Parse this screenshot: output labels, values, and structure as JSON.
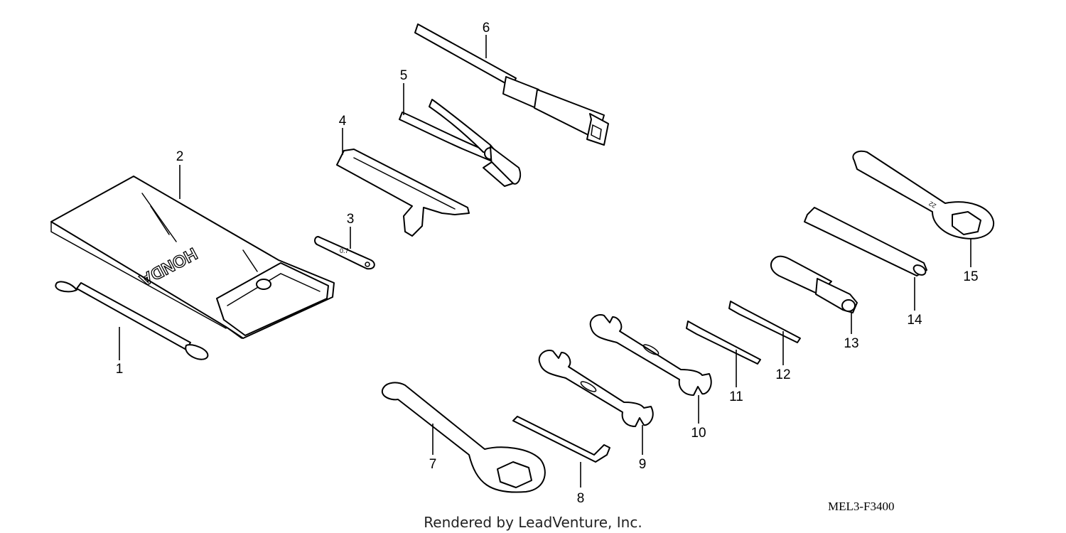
{
  "diagram": {
    "part_code": "MEL3-F3400",
    "credit": "Rendered by LeadVenture, Inc.",
    "bag_brand": "HONDA",
    "callouts": [
      "1",
      "2",
      "3",
      "4",
      "5",
      "6",
      "7",
      "8",
      "9",
      "10",
      "11",
      "12",
      "13",
      "14",
      "15"
    ]
  }
}
